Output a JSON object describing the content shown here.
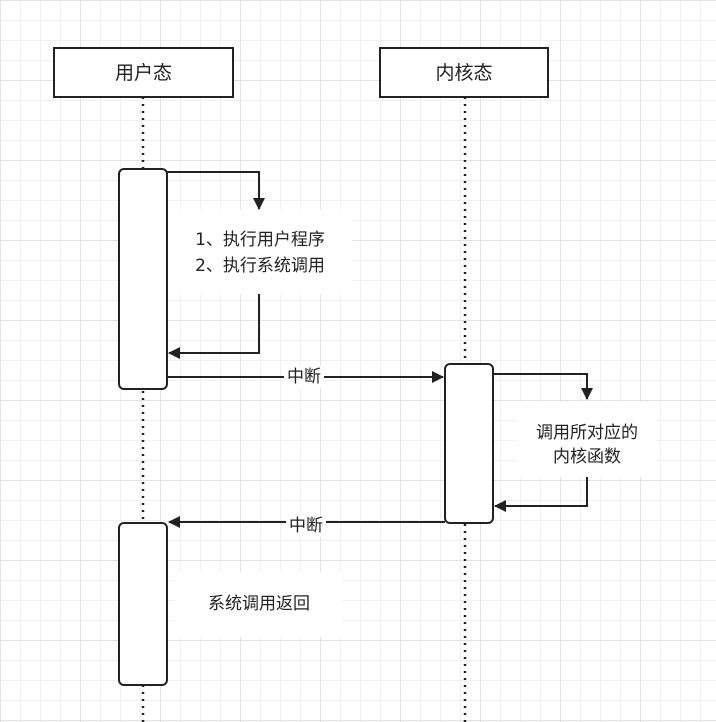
{
  "actors": {
    "user": "用户态",
    "kernel": "内核态"
  },
  "notes": {
    "user_exec_line1": "1、执行用户程序",
    "user_exec_line2": "2、执行系统调用",
    "kernel_func_line1": "调用所对应的",
    "kernel_func_line2": "内核函数",
    "syscall_return": "系统调用返回"
  },
  "messages": {
    "interrupt_to_kernel": "中断",
    "interrupt_to_user": "中断"
  },
  "colors": {
    "stroke": "#222222",
    "grid": "#e3e3e3",
    "background": "#ffffff"
  }
}
